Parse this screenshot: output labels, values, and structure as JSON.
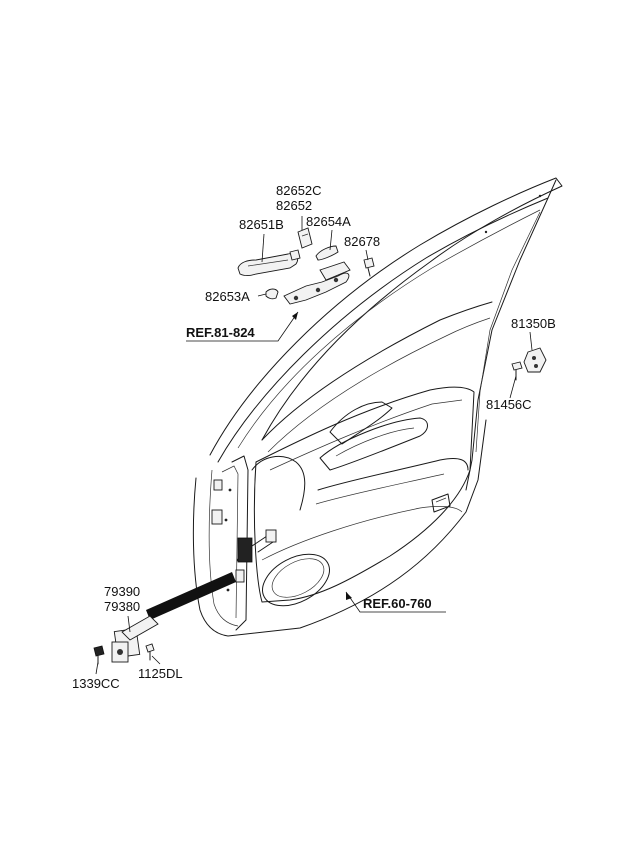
{
  "labels": {
    "p82652c": "82652C",
    "p82652": "82652",
    "p82651b": "82651B",
    "p82654a": "82654A",
    "p82678": "82678",
    "p82653a": "82653A",
    "ref81824": "REF.81-824",
    "p81350b": "81350B",
    "p81456c": "81456C",
    "p79390": "79390",
    "p79380": "79380",
    "p1339cc": "1339CC",
    "p1125dl": "1125DL",
    "ref60760": "REF.60-760"
  }
}
